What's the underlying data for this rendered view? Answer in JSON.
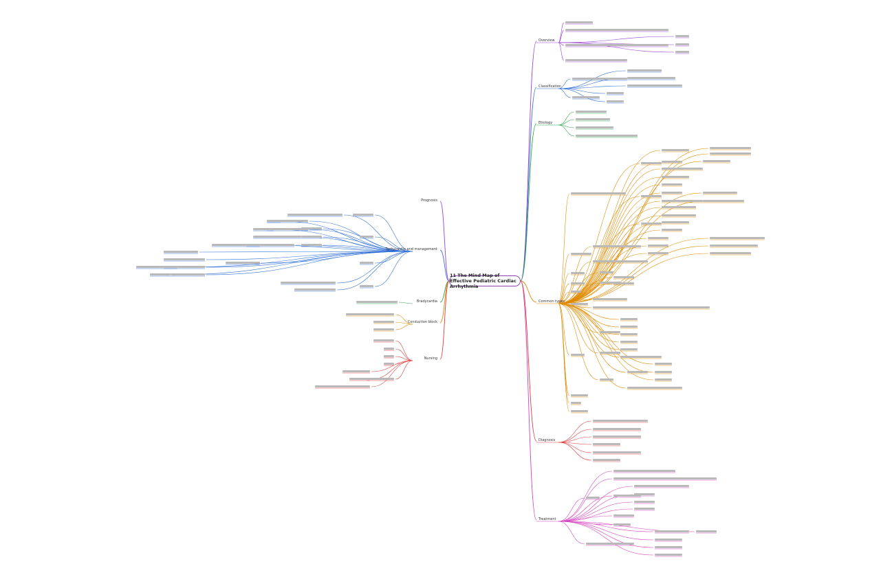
{
  "root": {
    "label": "11 The Mind Map of Effective Pediatric Cardiac Arrhythmia"
  },
  "colors": {
    "purple": "#9b3fd6",
    "blue": "#2f6fd6",
    "green": "#2aa84a",
    "orange": "#e08a00",
    "red": "#e03c3c",
    "magenta": "#d63fbf",
    "root_border": "#8e44ad"
  },
  "branches": [
    {
      "id": "r1",
      "label": "Overview",
      "color": "purple",
      "children": [
        {
          "label": "Definition of arrhythmia"
        },
        {
          "label": "Normal heart rhythm"
        },
        {
          "label": "Abnormal rhythm"
        },
        {
          "label": "Clinical significance"
        }
      ]
    },
    {
      "id": "r2",
      "label": "Classification",
      "color": "blue"
    },
    {
      "id": "r3",
      "label": "Etiology",
      "color": "green"
    },
    {
      "id": "r4",
      "label": "Common types",
      "color": "orange"
    },
    {
      "id": "r5",
      "label": "Diagnosis",
      "color": "red"
    },
    {
      "id": "r6",
      "label": "Treatment",
      "color": "magenta"
    },
    {
      "id": "l1",
      "label": "Prognosis",
      "color": "purple"
    },
    {
      "id": "l2",
      "label": "Tachycardia and management",
      "color": "blue"
    },
    {
      "id": "l3",
      "label": "Bradycardia",
      "color": "green"
    },
    {
      "id": "l4",
      "label": "Conduction block",
      "color": "orange"
    },
    {
      "id": "l5",
      "label": "Nursing",
      "color": "red"
    }
  ]
}
